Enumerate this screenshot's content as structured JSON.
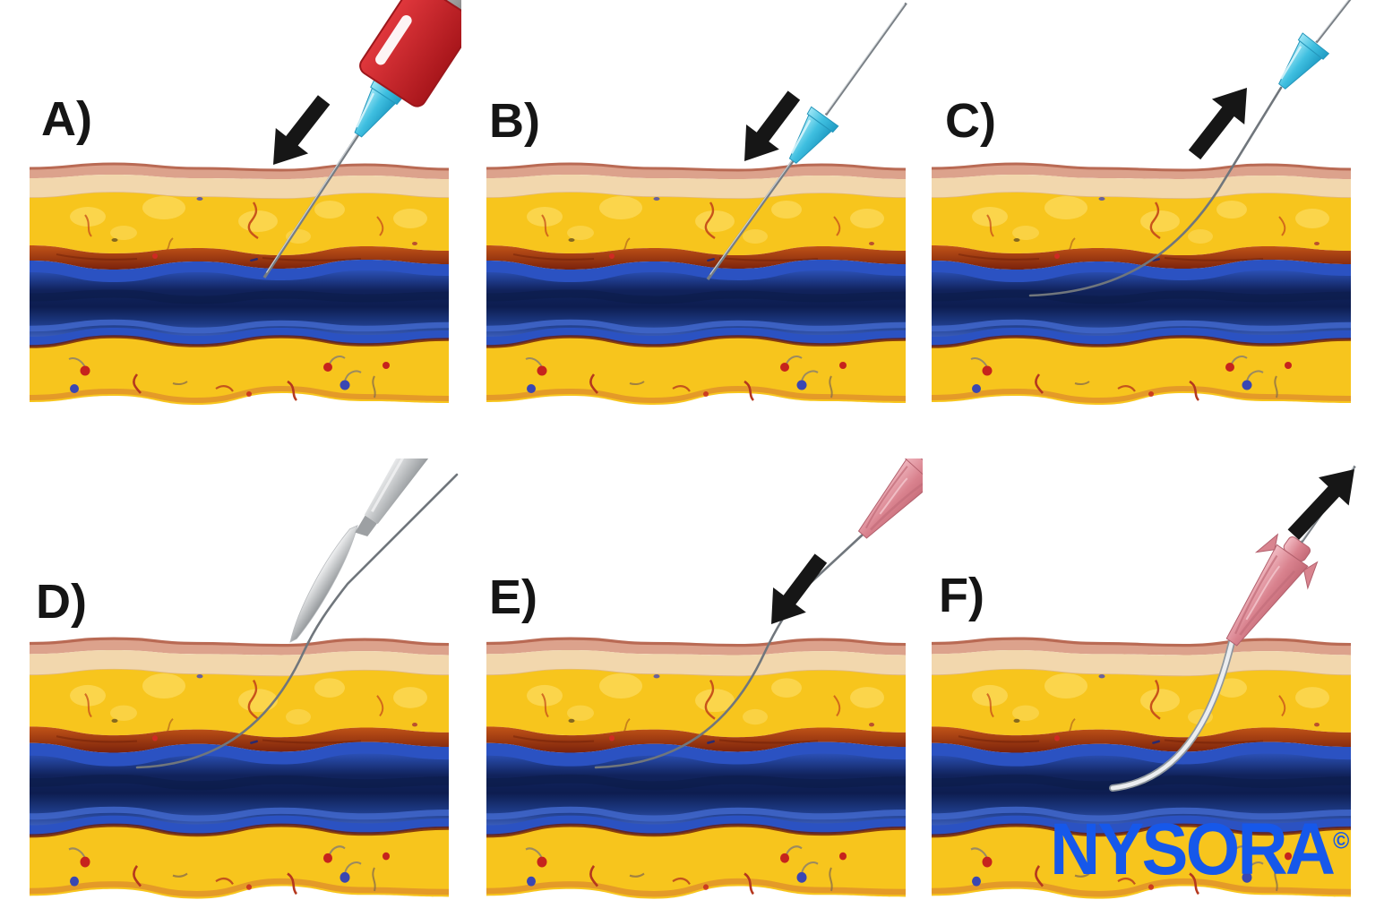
{
  "panels": [
    {
      "id": "A",
      "label": "A)",
      "instruments": [
        "red-syringe",
        "cyan-needle-hub",
        "needle"
      ],
      "arrow": "down-left"
    },
    {
      "id": "B",
      "label": "B)",
      "instruments": [
        "cyan-needle-hub",
        "needle",
        "guidewire-through-needle"
      ],
      "arrow": "down-left"
    },
    {
      "id": "C",
      "label": "C)",
      "instruments": [
        "cyan-needle-hub",
        "guidewire-left-in-vessel"
      ],
      "arrow": "up-right"
    },
    {
      "id": "D",
      "label": "D)",
      "instruments": [
        "scalpel",
        "guidewire-in-vessel"
      ],
      "arrow": "none"
    },
    {
      "id": "E",
      "label": "E)",
      "instruments": [
        "pink-catheter-over-wire",
        "guidewire-in-vessel"
      ],
      "arrow": "down-left"
    },
    {
      "id": "F",
      "label": "F)",
      "instruments": [
        "pink-catheter-hub",
        "catheter-in-vessel",
        "guidewire-being-removed"
      ],
      "arrow": "up-right"
    }
  ],
  "tissue_layers": [
    "skin",
    "dermis",
    "subcutaneous-fat",
    "fascia",
    "vessel-wall",
    "vessel-lumen",
    "deep-fat"
  ],
  "logo": {
    "text": "NYSORA",
    "copyright": "©"
  },
  "colors": {
    "background": "#ffffff",
    "label": "#151515",
    "arrow": "#161616",
    "skin": "#dca28c",
    "skin_edge": "#b96a54",
    "dermis": "#f2d7ad",
    "fat": "#f7c51d",
    "fat_blob": "#fbd754",
    "fascia_top": "#c25417",
    "fascia_bottom": "#7a220c",
    "vessel_outer": "#2b52c2",
    "vessel_lumen": "#0d1d50",
    "needle_hub": "#3fbfe0",
    "syringe_red": "#cc2127",
    "catheter_pink": "#d9828e",
    "scalpel_gray": "#b9bcbf",
    "wire": "#70767c",
    "logo_blue": "#1658ea"
  }
}
